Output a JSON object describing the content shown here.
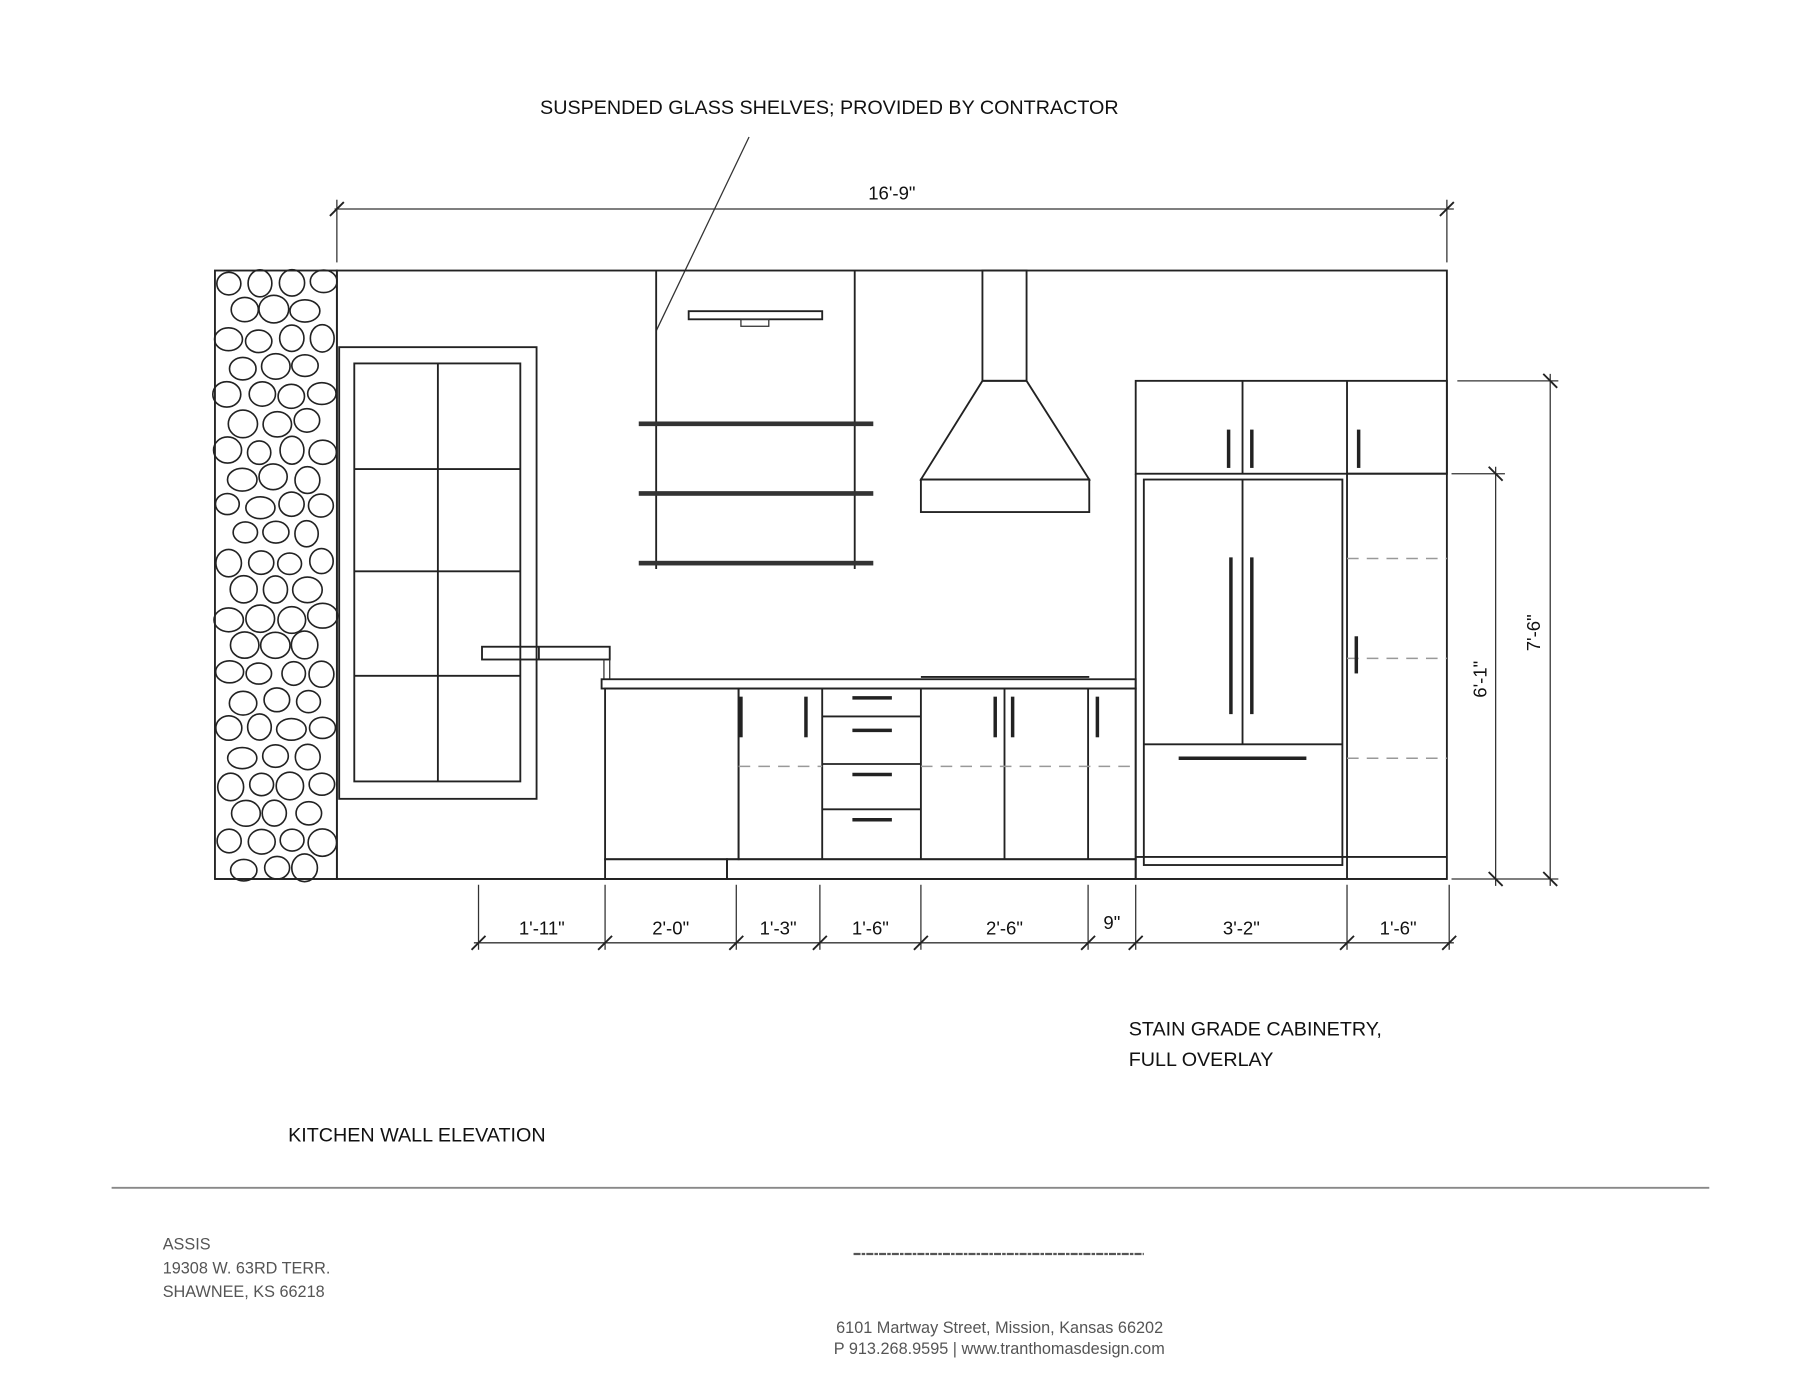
{
  "callout": "SUSPENDED GLASS SHELVES; PROVIDED BY CONTRACTOR",
  "dims": {
    "overall_width": "16'-9\"",
    "tall_height": "7'-6\"",
    "fridge_height": "6'-1\"",
    "bottom": [
      "1'-11\"",
      "2'-0\"",
      "1'-3\"",
      "1'-6\"",
      "2'-6\"",
      "9\"",
      "3'-2\"",
      "1'-6\""
    ]
  },
  "notes": [
    "STAIN GRADE CABINETRY,",
    "FULL OVERLAY"
  ],
  "drawing_title": "KITCHEN WALL ELEVATION",
  "client": [
    "ASSIS",
    "19308 W. 63RD TERR.",
    "SHAWNEE, KS 66218"
  ],
  "firm": [
    "6101 Martway Street, Mission, Kansas 66202",
    "P 913.268.9595 | www.tranthomasdesign.com"
  ]
}
